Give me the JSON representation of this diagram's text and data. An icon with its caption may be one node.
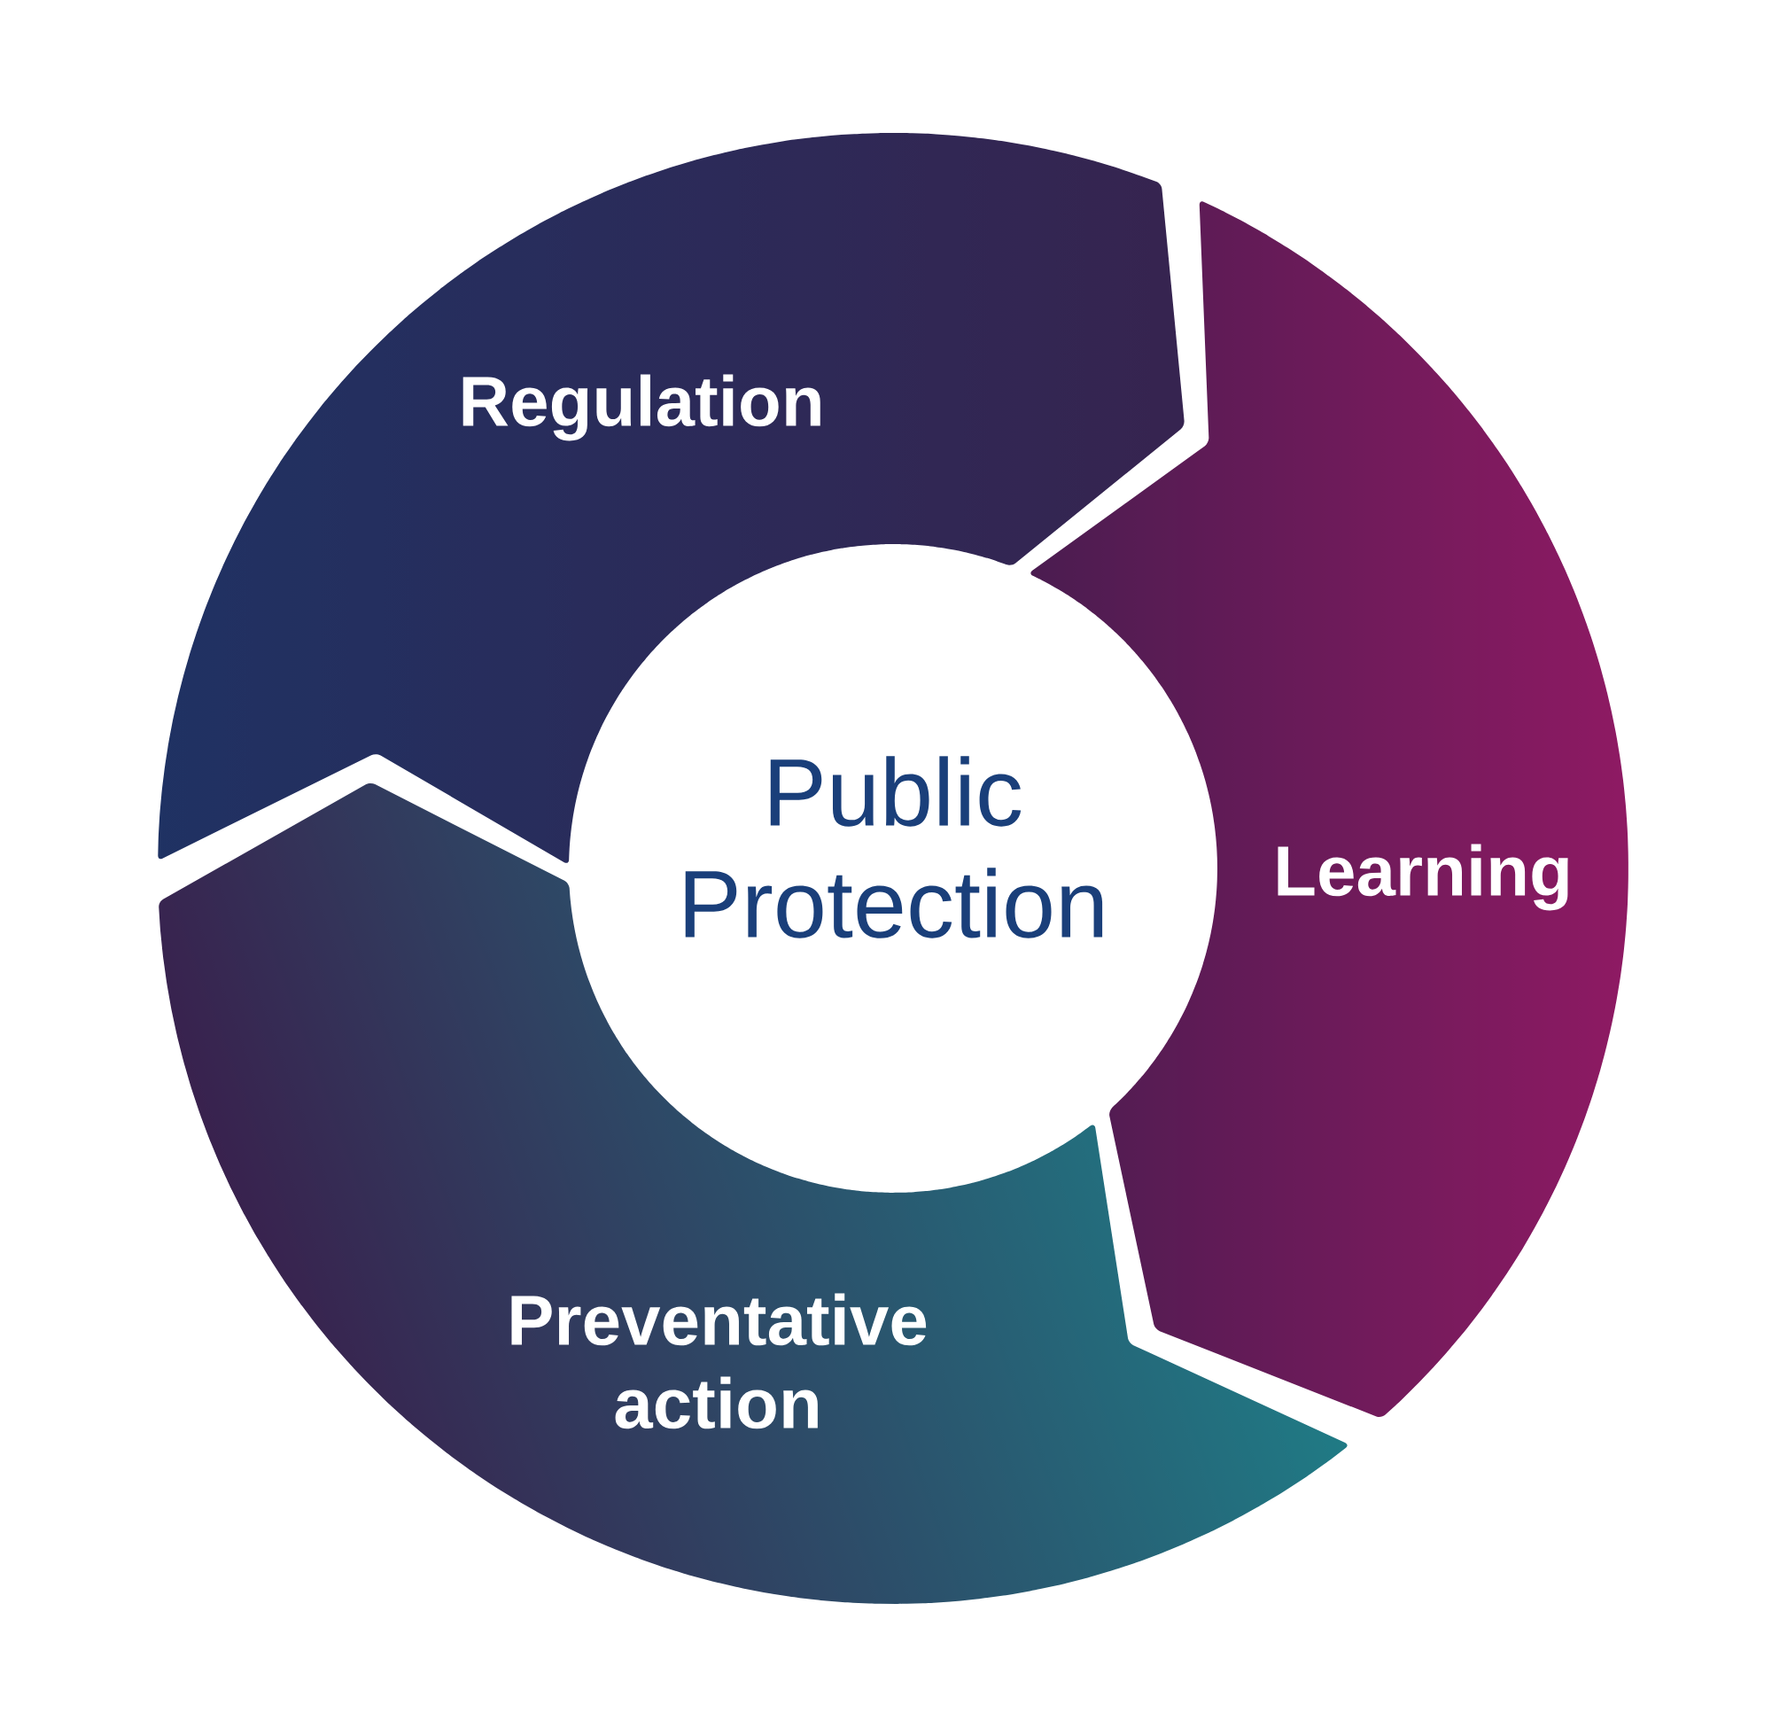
{
  "diagram": {
    "nodes": [
      {
        "text": [
          "Regulation"
        ]
      },
      {
        "text": [
          "Public Protection"
        ]
      },
      {
        "text": [
          "Learning"
        ]
      },
      {
        "text": [
          "Preventative action"
        ]
      }
    ]
  }
}
